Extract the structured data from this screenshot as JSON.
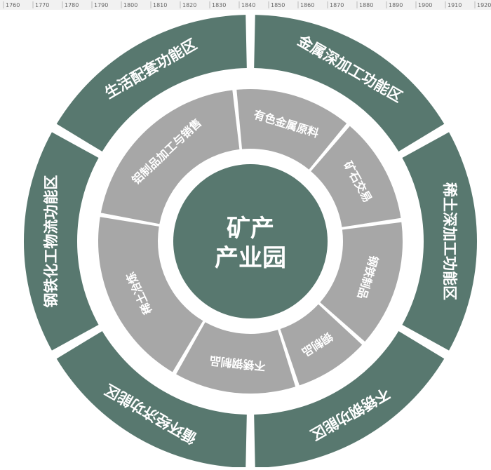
{
  "ruler": {
    "labels": [
      "1760",
      "1770",
      "1780",
      "1790",
      "1800",
      "1810",
      "1820",
      "1830",
      "1840",
      "1850",
      "1860",
      "1870",
      "1880",
      "1890",
      "1900",
      "1910",
      "1920"
    ]
  },
  "colors": {
    "outer_ring": "#58786f",
    "middle_ring": "#a7a7a7",
    "center": "#58786f",
    "separator": "#ffffff",
    "text": "#ffffff",
    "ruler_bg": "#f1f1f1",
    "ruler_text": "#666666"
  },
  "center": {
    "line1": "矿产",
    "line2": "产业园"
  },
  "outer_ring": [
    "生活配套功能区",
    "金属深加工功能区",
    "稀土深加工功能区",
    "不锈钢功能区",
    "循环经济功能区",
    "钢铁化工物流功能区"
  ],
  "middle_ring": [
    "铝制品加工与销售",
    "有色金属原料",
    "矿石交易",
    "钢铁制品",
    "铜制品",
    "不锈钢制品",
    "稀土冶炼"
  ]
}
